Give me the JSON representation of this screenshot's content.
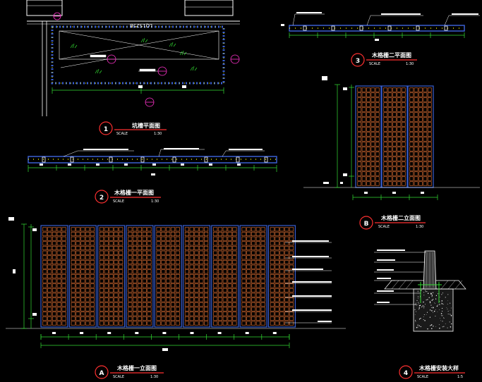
{
  "drawing": {
    "colors": {
      "background": "#000000",
      "frame": "#3a5fd0",
      "brick": "#b35a2a",
      "dim": "#33dd33",
      "callout": "#ff3030",
      "dot": "#e0e000",
      "text": "#ffffff",
      "accent": "#ff33cc"
    },
    "plan_room_label": "LQ1S25B",
    "views": [
      {
        "marker": "1",
        "title": "坑槽平面图",
        "scale_label": "SCALE",
        "scale": "1:30"
      },
      {
        "marker": "2",
        "title": "木格栅一平面图",
        "scale_label": "SCALE",
        "scale": "1:30"
      },
      {
        "marker": "3",
        "title": "木格栅二平面图",
        "scale_label": "SCALE",
        "scale": "1:30"
      },
      {
        "marker": "A",
        "title": "木格栅一立面图",
        "scale_label": "SCALE",
        "scale": "1:30"
      },
      {
        "marker": "B",
        "title": "木格栅二立面图",
        "scale_label": "SCALE",
        "scale": "1:30"
      },
      {
        "marker": "4",
        "title": "木格栅安装大样",
        "scale_label": "SCALE",
        "scale": "1:5"
      }
    ]
  }
}
